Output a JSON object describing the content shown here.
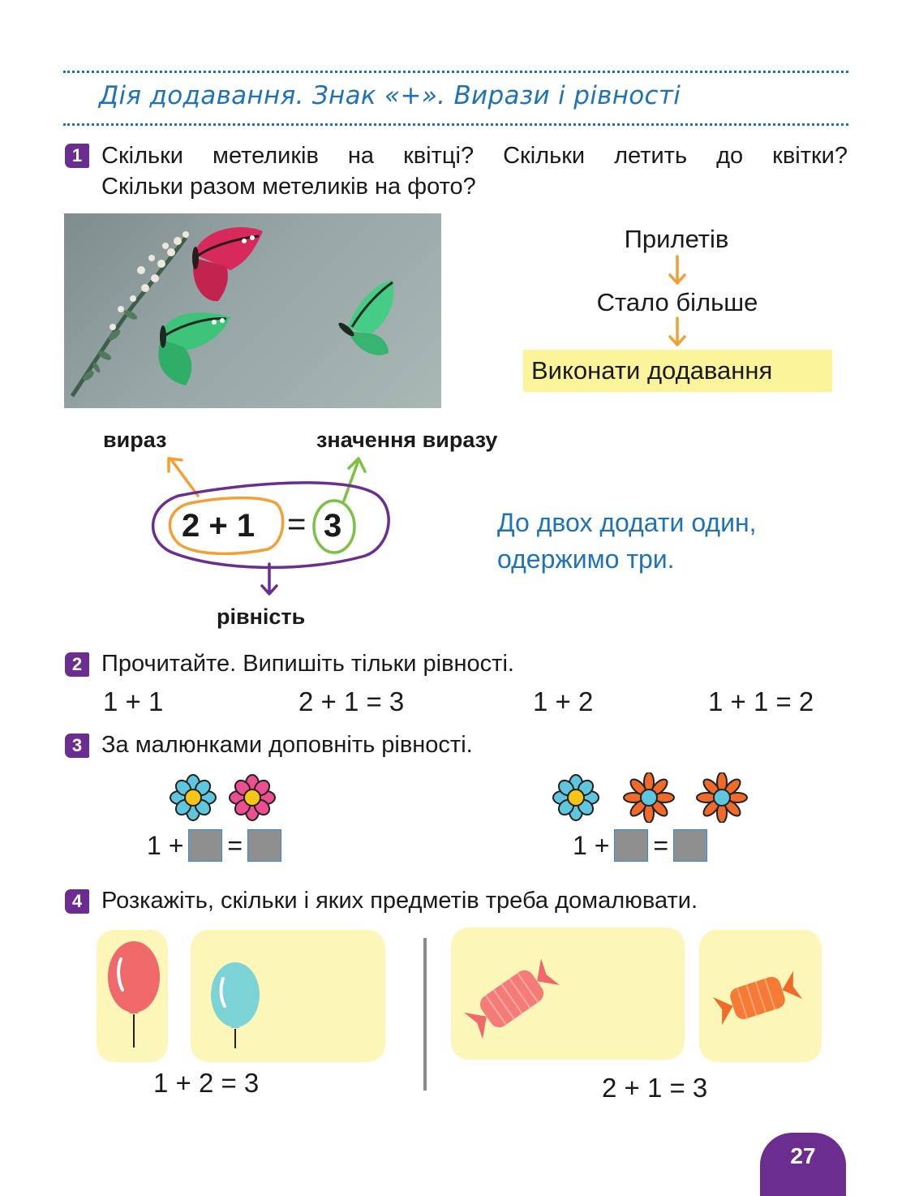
{
  "header": {
    "title": "Дія додавання. Знак «+». Вирази і рівності"
  },
  "task1": {
    "number": "1",
    "text_line1": "Скільки метеликів на квітці? Скільки летить до квітки?",
    "text_line2": "Скільки разом метеликів на фото?",
    "flow": [
      "Прилетів",
      "Стало більше",
      "Виконати додавання"
    ],
    "diagram": {
      "label_expression": "вираз",
      "label_value": "значення виразу",
      "label_equality": "рівність",
      "left": "2 + 1",
      "equals": "=",
      "result": "3"
    },
    "reading_line1": "До двох додати один,",
    "reading_line2": "одержимо три."
  },
  "task2": {
    "number": "2",
    "text": "Прочитайте. Випишіть тільки рівності.",
    "items": [
      "1 + 1",
      "2 + 1 = 3",
      "1 + 2",
      "1 + 1 = 2"
    ]
  },
  "task3": {
    "number": "3",
    "text": "За малюнками доповніть рівності.",
    "eq1_prefix": "1 +",
    "eq2_prefix": "1 +",
    "equals": "="
  },
  "task4": {
    "number": "4",
    "text": "Розкажіть, скільки і яких предметів треба домалювати.",
    "eq_balloons": "1 + 2 = 3",
    "eq_candies": "2 + 1 = 3"
  },
  "colors": {
    "title_blue": "#1e73b8",
    "badge_purple": "#6b2d8f",
    "arrow_orange": "#f2a033",
    "arrow_green": "#7cc242",
    "highlight_yellow": "#fcf49a"
  },
  "page": {
    "number": "27"
  }
}
